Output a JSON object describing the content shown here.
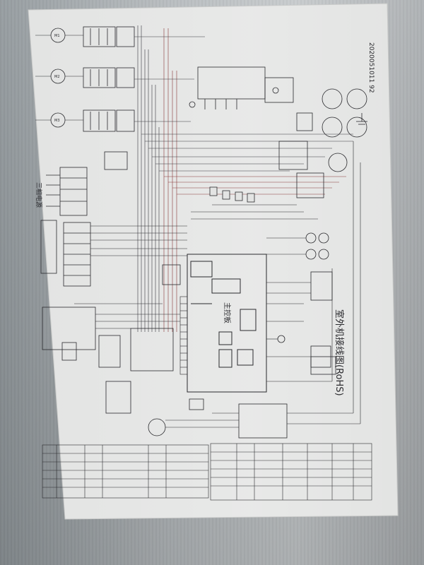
{
  "serial_number": "2020051011 92",
  "diagram_title": "室外机接线图(RoHS)",
  "main_board_label": "主控板",
  "power_label": "三相电源",
  "colors": {
    "sticker": "#e3e4e3",
    "line_dark": "#2a2a2e",
    "line_red": "#8a3a3a",
    "panel": "#b4b9bc"
  },
  "motor_labels": [
    "M1",
    "M2",
    "M3"
  ],
  "table_rows": 12
}
